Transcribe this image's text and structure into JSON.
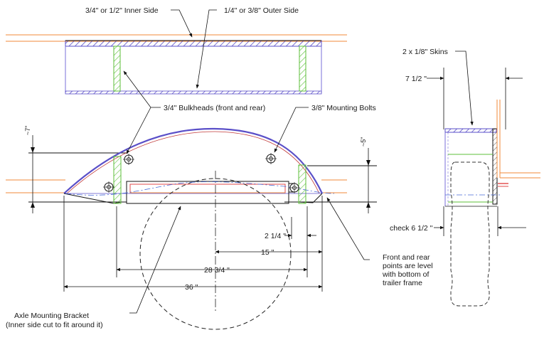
{
  "colors": {
    "line": "#111111",
    "frame": "#f0883a",
    "bulkhead": "#5cbf3a",
    "skin": "#5a4fc8",
    "bracket": "#e04848",
    "wheel": "#222222",
    "centerline": "#4a6bd8"
  },
  "labels": {
    "inner_side": "3/4\" or 1/2\" Inner Side",
    "outer_side": "1/4\" or 3/8\" Outer Side",
    "bulkheads": "3/4\" Bulkheads (front and rear)",
    "mounting_bolts": "3/8\" Mounting Bolts",
    "skins": "2 x 1/8\" Skins",
    "note_line1": "Front and rear",
    "note_line2": "points are level",
    "note_line3": "with bottom of",
    "note_line4": "trailer frame",
    "axle_line1": "Axle Mounting Bracket",
    "axle_line2": "(Inner side cut to fit around it)"
  },
  "dimensions": {
    "height_left": "~7\"",
    "height_right": "~5\"",
    "d_2_1_4": "2 1/4 \"",
    "d_15": "15 \"",
    "d_28_3_4": "28 3/4 \"",
    "d_36": "36 \"",
    "d_7_1_2": "7 1/2 \"",
    "d_check": "check 6 1/2 \""
  }
}
